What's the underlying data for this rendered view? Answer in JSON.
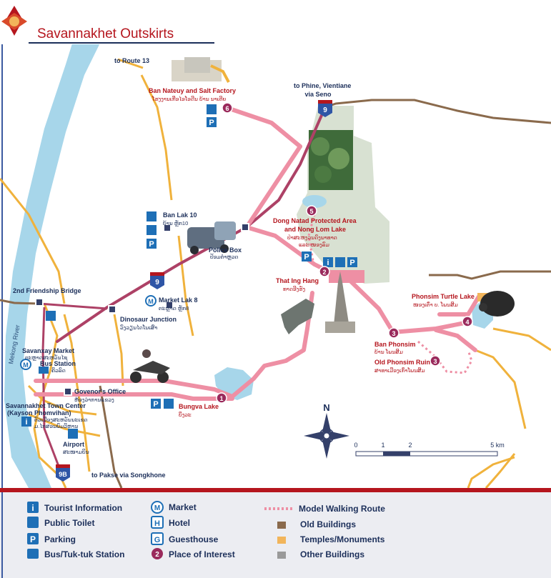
{
  "header": {
    "title": "Savannakhet Outskirts"
  },
  "places": {
    "route13": "to Route 13",
    "phine": "to Phine, Vientiane",
    "via_seno": "via Seno",
    "pakse": "to Pakse via Songkhone",
    "mekong": "Mekong River",
    "bridge": "2nd Friendship Bridge",
    "savanxay_market": "Savanxay Market",
    "savanxay_market_lao": "ຕະຫຼາດສະຫວັນໄຊ",
    "bus_station": "Bus Station",
    "bus_station_lao": "ຄິວລົດ",
    "governor": "Govenor's Office",
    "governor_lao": "ຫ້ອງວ່າການແຂວງ",
    "town_center": "Savannakhet Town Center",
    "town_center_sub": "(Kayson Phomvihan)",
    "town_center_lao_1": "ຕົວເມືອງສະຫວັນນະເຂດ",
    "town_center_lao_2": "ມ.ໄກສອນພົມວິຫານ",
    "airport": "Airport",
    "airport_lao": "ສະໜາມບິນ",
    "dinosaur": "Dinosaur Junction",
    "dinosaur_lao": "ວົງວຽນໄດໂນເສົາ",
    "market_lak8": "Market Lak 8",
    "market_lak8_lao": "ຕະຫຼາດ ຫຼັກ8",
    "ban_lak10": "Ban Lak 10",
    "ban_lak10_lao": "ບ້ານ ຫຼັກ10",
    "police": "Police Box",
    "police_lao": "ປ້ອມຕຳຫຼວດ",
    "ban_nateuy": "Ban Nateuy and Salt Factory",
    "ban_nateuy_lao": "ໂຮງງານເກືອໄອໂອດີນ ບ້ານ ນາເຕີຍ",
    "dong_natad_1": "Dong Natad Protected Area",
    "dong_natad_2": "and Nong Lom Lake",
    "dong_natad_lao_1": "ປ່າສະຫງວນດົງນາທາດ",
    "dong_natad_lao_2": "ແລະ ໜອງລົມ",
    "that_ing_hang": "That Ing Hang",
    "that_ing_hang_lao": "ທາດອີງຮັງ",
    "turtle_lake": "Phonsim Turtle Lake",
    "turtle_lake_lao": "ໜອງເຕົ່າ ບ. ໂພນສີມ",
    "ban_phonsim": "Ban Phonsim",
    "ban_phonsim_lao": "ບ້ານ ໂພນສີມ",
    "old_ruin": "Old Phonsim Ruin",
    "old_ruin_lao": "ສາທາເມືອງເກົ່າໂພນສີມ",
    "bungva": "Bungva Lake",
    "bungva_lao": "ບຶງວະ"
  },
  "roads": {
    "r9": "9",
    "r9b": "9B"
  },
  "poi_numbers": [
    "1",
    "2",
    "3",
    "3",
    "4",
    "5",
    "6"
  ],
  "compass": {
    "north": "N"
  },
  "scale": {
    "t0": "0",
    "t1": "1",
    "t2": "2",
    "t5": "5 km"
  },
  "legend": {
    "tourist_info": "Tourist Information",
    "toilet": "Public Toilet",
    "parking": "Parking",
    "bus": "Bus/Tuk-tuk Station",
    "market": "Market",
    "hotel": "Hotel",
    "guesthouse": "Guesthouse",
    "poi": "Place of Interest",
    "walking": "Model Walking Route",
    "old": "Old Buildings",
    "temples": "Temples/Monuments",
    "other": "Other Buildings"
  },
  "icons": {
    "info": "i",
    "parking": "P",
    "market": "M",
    "hotel": "H",
    "guesthouse": "G",
    "poi": "2"
  },
  "colors": {
    "route": "#ee8fa4",
    "main_road": "#ad4166",
    "river": "#a7d6ea",
    "secondary_road": "#f0b23c",
    "protected_area": "#d8e1d2",
    "old_buildings": "#8a6a4c",
    "temples": "#f2b55b",
    "other_buildings": "#9a9a9a",
    "accent": "#b5161e"
  }
}
